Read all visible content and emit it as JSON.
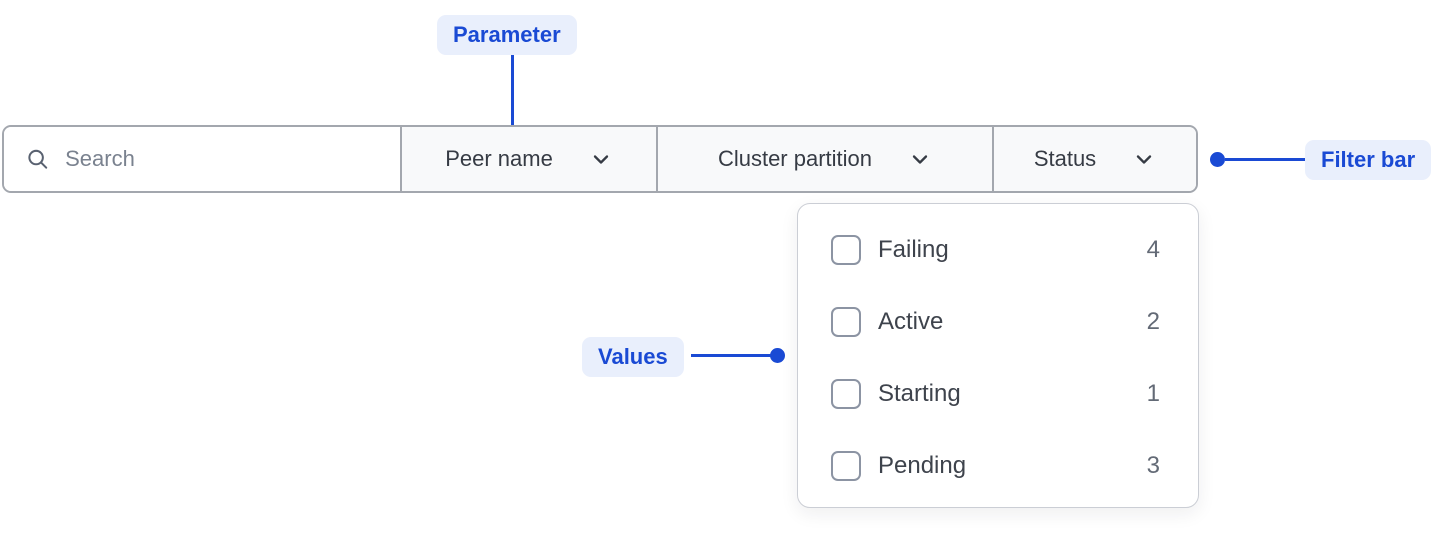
{
  "colors": {
    "accent": "#1A4AD4",
    "annotation_bg": "#E9EFFC",
    "bar_border": "#A3A7AE",
    "segment_bg": "#F8F9FA",
    "text_dark": "#363B44",
    "menu_label": "#3E434C",
    "count": "#636A76",
    "placeholder": "#7A828F",
    "checkbox_border": "#8C94A3",
    "panel_border": "#CBCED5"
  },
  "annotations": {
    "parameter_label": "Parameter",
    "filter_bar_label": "Filter bar",
    "values_label": "Values"
  },
  "filter_bar": {
    "search_placeholder": "Search",
    "dropdowns": [
      {
        "label": "Peer name"
      },
      {
        "label": "Cluster partition"
      },
      {
        "label": "Status"
      }
    ]
  },
  "status_menu": {
    "items": [
      {
        "label": "Failing",
        "count": "4",
        "checked": false
      },
      {
        "label": "Active",
        "count": "2",
        "checked": false
      },
      {
        "label": "Starting",
        "count": "1",
        "checked": false
      },
      {
        "label": "Pending",
        "count": "3",
        "checked": false
      }
    ]
  }
}
